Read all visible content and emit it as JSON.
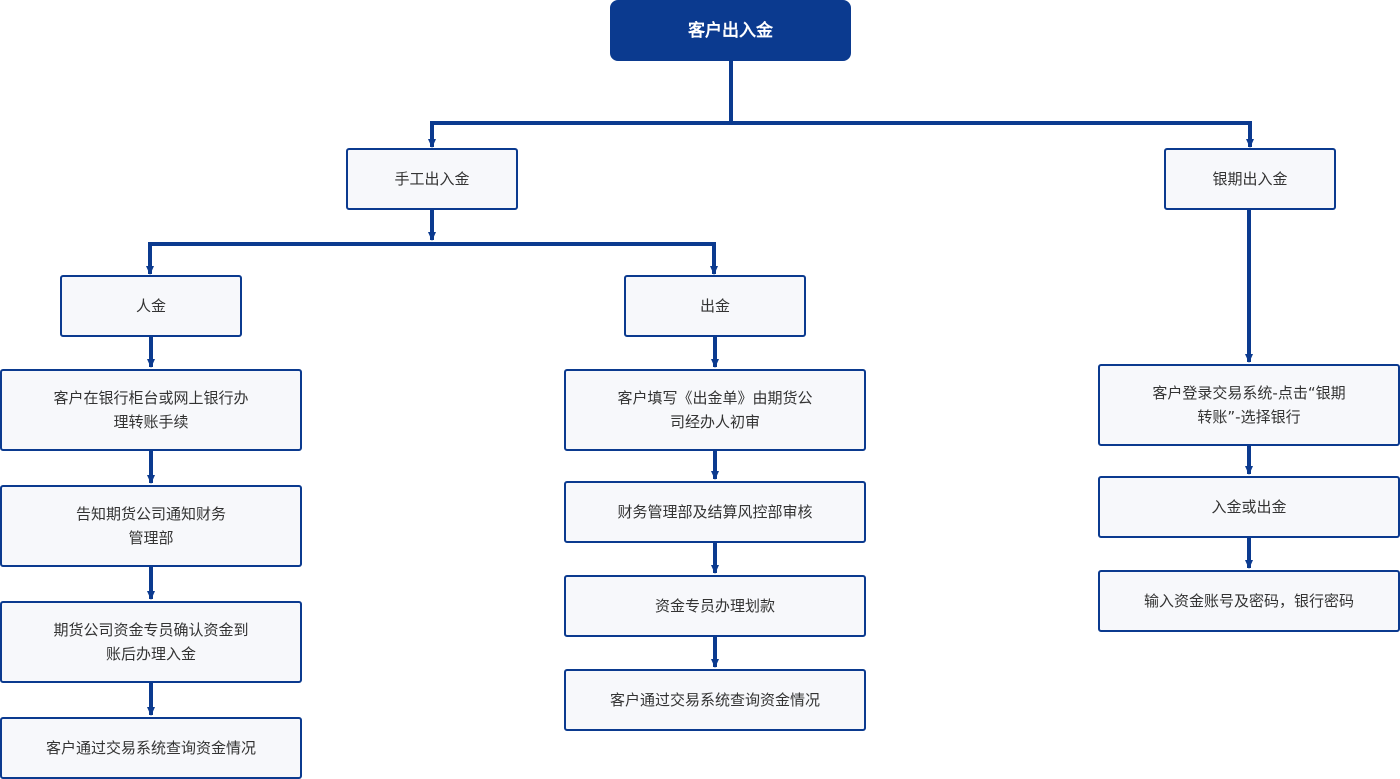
{
  "colors": {
    "primary": "#0b3a8f",
    "box_fill": "#f7f8fb",
    "text": "#333333"
  },
  "root": {
    "label": "客户出入金"
  },
  "manual": {
    "label": "手工出入金",
    "deposit": {
      "label": "人金",
      "steps": [
        [
          "客户在银行柜台或网上银行办",
          "理转账手续"
        ],
        [
          "告知期货公司通知财务",
          "管理部"
        ],
        [
          "期货公司资金专员确认资金到",
          "账后办理入金"
        ],
        [
          "客户通过交易系统查询资金情况"
        ]
      ]
    },
    "withdraw": {
      "label": "出金",
      "steps": [
        [
          "客户填写《出金单》由期货公",
          "司经办人初审"
        ],
        [
          "财务管理部及结算风控部审核"
        ],
        [
          "资金专员办理划款"
        ],
        [
          "客户通过交易系统查询资金情况"
        ]
      ]
    }
  },
  "bank_futures": {
    "label": "银期出入金",
    "steps": [
      [
        "客户登录交易系统-点击“银期",
        "转账”-选择银行"
      ],
      [
        "入金或出金"
      ],
      [
        "输入资金账号及密码，银行密码"
      ]
    ]
  }
}
